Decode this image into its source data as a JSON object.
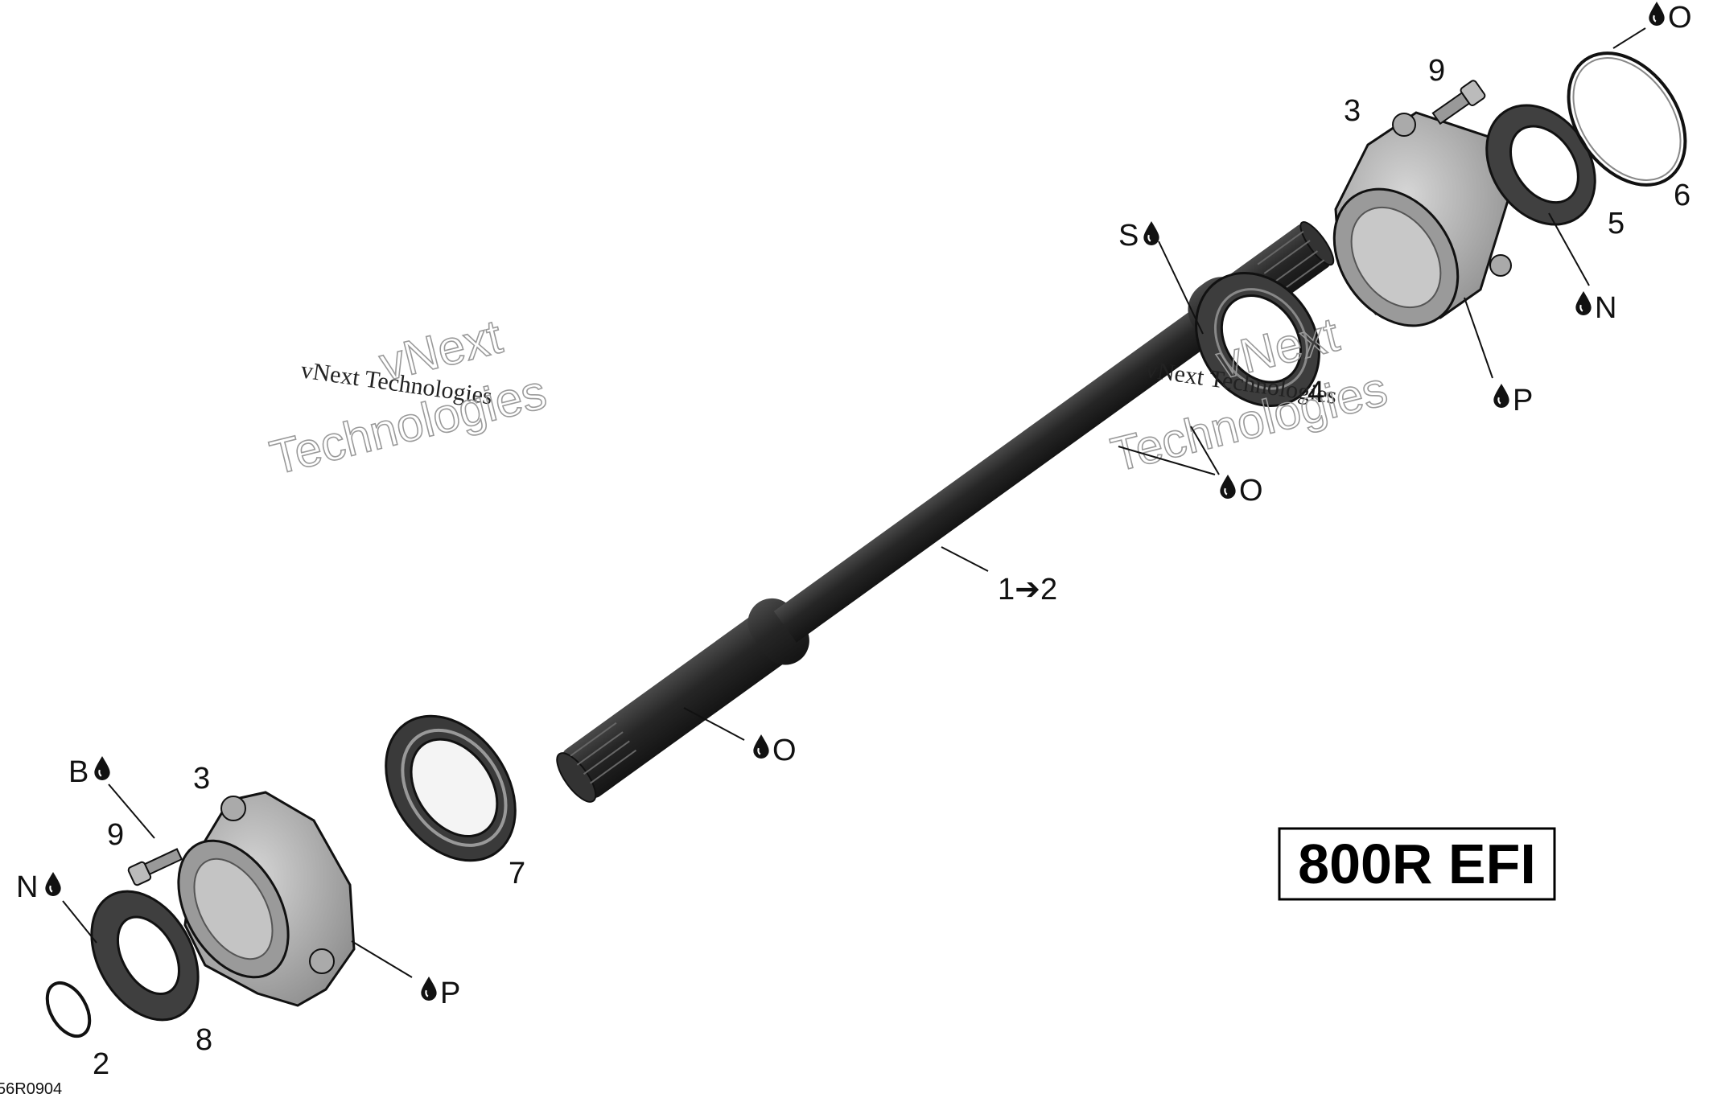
{
  "labels": {
    "shaft": "1➔2",
    "shaft_lube": "O",
    "right_lube_o": "O",
    "seal_right": "4",
    "seal_right_s": "S",
    "housing_right": "3",
    "housing_right_p": "P",
    "bolt_right": "9",
    "seal_5": "5",
    "seal_5_n": "N",
    "ring_6": "6",
    "ring_6_o": "O",
    "bearing_left": "7",
    "housing_left": "3",
    "housing_left_p": "P",
    "bolt_left": "9",
    "bolt_left_b": "B",
    "seal_8": "8",
    "seal_8_n": "N",
    "ring_2": "2"
  },
  "watermark": {
    "line1": "vNext Technologies",
    "line2a": "vNext",
    "line2b": "Technologies"
  },
  "model_badge": "800R EFI",
  "reference_code": "56R0904",
  "icons": {
    "lubricant": "oil-drop-icon"
  },
  "colors": {
    "shaft": "#2b2b2b",
    "housing": "#b9b9b9",
    "seal": "#4a4a4a"
  }
}
